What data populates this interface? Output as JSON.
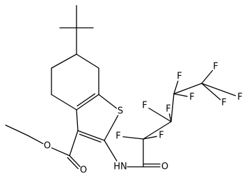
{
  "diagram": {
    "type": "chemical-structure",
    "atoms": [
      {
        "id": "S1",
        "symbol": "S",
        "label": "S"
      },
      {
        "id": "O_ether",
        "symbol": "O",
        "label": "O"
      },
      {
        "id": "O_ester_carbonyl",
        "symbol": "O",
        "label": "O"
      },
      {
        "id": "N_amide",
        "symbol": "N",
        "label": "HN"
      },
      {
        "id": "O_amide",
        "symbol": "O",
        "label": "O"
      },
      {
        "id": "F1",
        "symbol": "F",
        "label": "F"
      },
      {
        "id": "F2",
        "symbol": "F",
        "label": "F"
      },
      {
        "id": "F3",
        "symbol": "F",
        "label": "F"
      },
      {
        "id": "F4",
        "symbol": "F",
        "label": "F"
      },
      {
        "id": "F5",
        "symbol": "F",
        "label": "F"
      },
      {
        "id": "F6",
        "symbol": "F",
        "label": "F"
      },
      {
        "id": "F7",
        "symbol": "F",
        "label": "F"
      },
      {
        "id": "F8",
        "symbol": "F",
        "label": "F"
      },
      {
        "id": "F9",
        "symbol": "F",
        "label": "F"
      }
    ],
    "colors": {
      "bond": "#000000",
      "label": "#000000",
      "background": "#ffffff"
    }
  }
}
